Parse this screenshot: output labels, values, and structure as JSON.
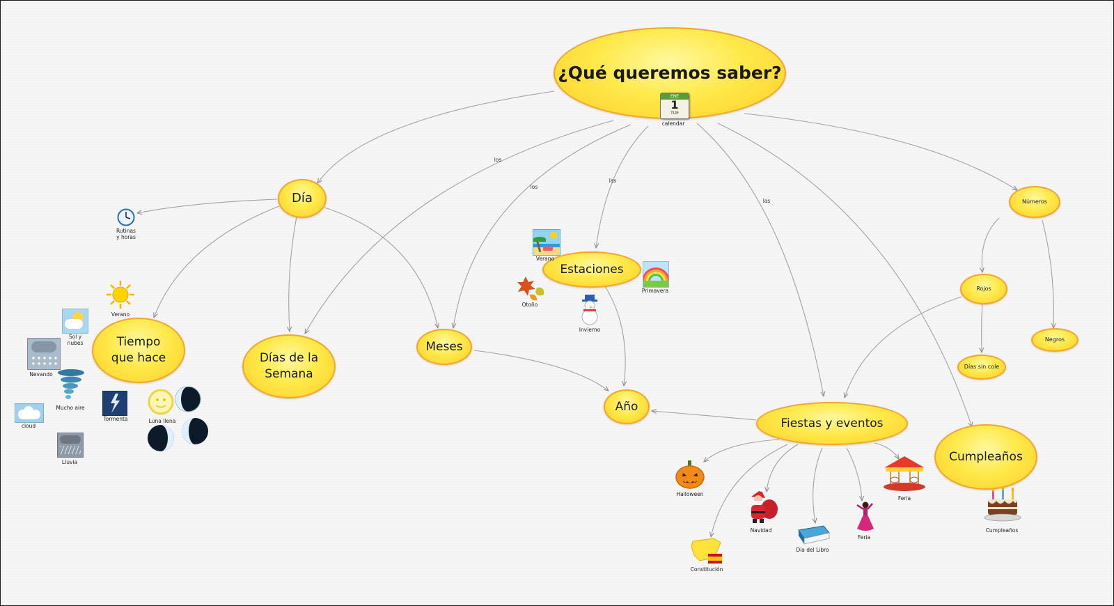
{
  "nodes": {
    "root": "¿Qué queremos saber?",
    "dia": "Día",
    "tiempo": "Tiempo\nque hace",
    "semana": "Días de la\nSemana",
    "meses": "Meses",
    "estaciones": "Estaciones",
    "ano": "Año",
    "fiestas": "Fiestas y eventos",
    "numeros": "Números",
    "rojos": "Rojos",
    "negros": "Negros",
    "sincole": "Días sin cole",
    "cumple": "Cumpleaños"
  },
  "edge_labels": {
    "los1": "los",
    "los2": "los",
    "las1": "las",
    "las2": "las"
  },
  "icons": {
    "calendar": "calendar",
    "rutinas": "Rutinas\ny horas",
    "verano_sun": "Verano",
    "sol_nubes": "Sol y\nnubes",
    "nevando": "Nevando",
    "mucho_aire": "Mucho aire",
    "tormenta": "Tormenta",
    "luna": "Luna llena",
    "cloud": "cloud",
    "lluvia": "Lluvia",
    "verano_beach": "Verano",
    "primavera": "Primavera",
    "otono": "Otoño",
    "invierno": "Invierno",
    "halloween": "Halloween",
    "navidad": "Navidad",
    "libro": "Día del Libro",
    "feria1": "Feria",
    "feria2": "Feria",
    "constitucion": "Constitución",
    "cumple_cake": "Cumpleaños"
  },
  "calendar_icon": {
    "top": "ENE",
    "day": "1",
    "weekday": "TUE"
  },
  "icon_names": [
    "calendar-icon",
    "clock-icon",
    "sun-icon",
    "sun-cloud-icon",
    "snow-cloud-icon",
    "tornado-icon",
    "lightning-icon",
    "moon-phases-icon",
    "cloud-icon",
    "rain-icon",
    "beach-icon",
    "rainbow-icon",
    "autumn-leaves-icon",
    "snowman-icon",
    "pumpkin-icon",
    "santa-icon",
    "book-icon",
    "flamenco-dancer-icon",
    "carousel-icon",
    "spain-map-icon",
    "birthday-cake-icon"
  ],
  "colors": {
    "node_fill": "#fde54a",
    "node_border": "#f2a62c",
    "edge": "#9a9a9a",
    "canvas": "#f6f6f6"
  }
}
